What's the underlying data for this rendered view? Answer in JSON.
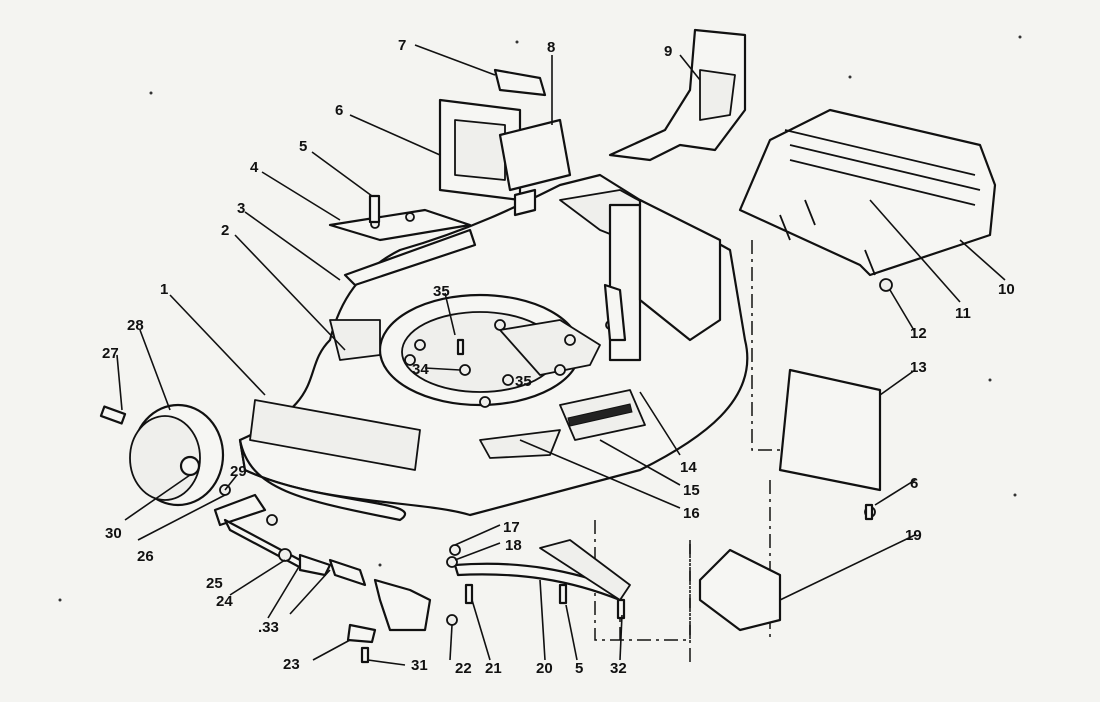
{
  "diagram": {
    "labels": {
      "p1": "1",
      "p2": "2",
      "p3": "3",
      "p4": "4",
      "p5a": "5",
      "p5b": "5",
      "p6a": "6",
      "p6b": "6",
      "p7": "7",
      "p8": "8",
      "p9": "9",
      "p10": "10",
      "p11": "11",
      "p12": "12",
      "p13": "13",
      "p14": "14",
      "p15": "15",
      "p16": "16",
      "p17": "17",
      "p18": "18",
      "p19": "19",
      "p20": "20",
      "p21": "21",
      "p22": "22",
      "p23": "23",
      "p24": "24",
      "p25": "25",
      "p26": "26",
      "p27": "27",
      "p28": "28",
      "p29": "29",
      "p30": "30",
      "p31": "31",
      "p32": "32",
      "p33": ".33",
      "p34": "34",
      "p35a": "35",
      "p35b": "35"
    }
  }
}
